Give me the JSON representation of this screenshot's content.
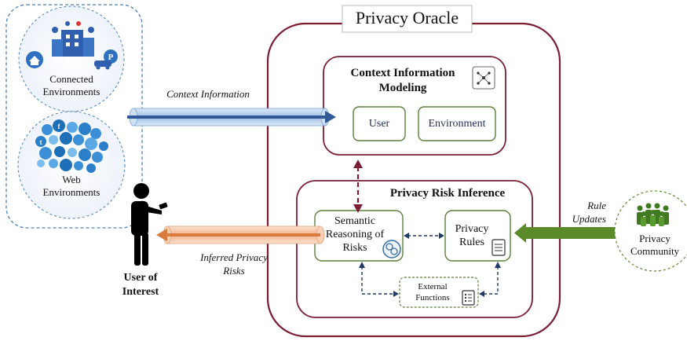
{
  "title": "Privacy Oracle",
  "sources": {
    "connected": "Connected Environments",
    "web": "Web Environments"
  },
  "context_modeling": {
    "title": "Context Information Modeling",
    "user": "User",
    "environment": "Environment"
  },
  "risk_inference": {
    "title": "Privacy Risk Inference",
    "semantic": "Semantic Reasoning of Risks",
    "rules": "Privacy Rules",
    "external": "External Functions"
  },
  "flows": {
    "context_info": "Context Information",
    "inferred": "Inferred Privacy Risks",
    "rule_updates": "Rule Updates"
  },
  "actors": {
    "user": "User of Interest",
    "community": "Privacy Community"
  },
  "colors": {
    "oracle_border": "#7a1f33",
    "box_border": "#5b7f3a",
    "blue_arrow": "#3a6ea5",
    "orange_arrow": "#e0905a",
    "green_arrow": "#5a8a2a",
    "dashed_blue": "#1f3a66"
  }
}
